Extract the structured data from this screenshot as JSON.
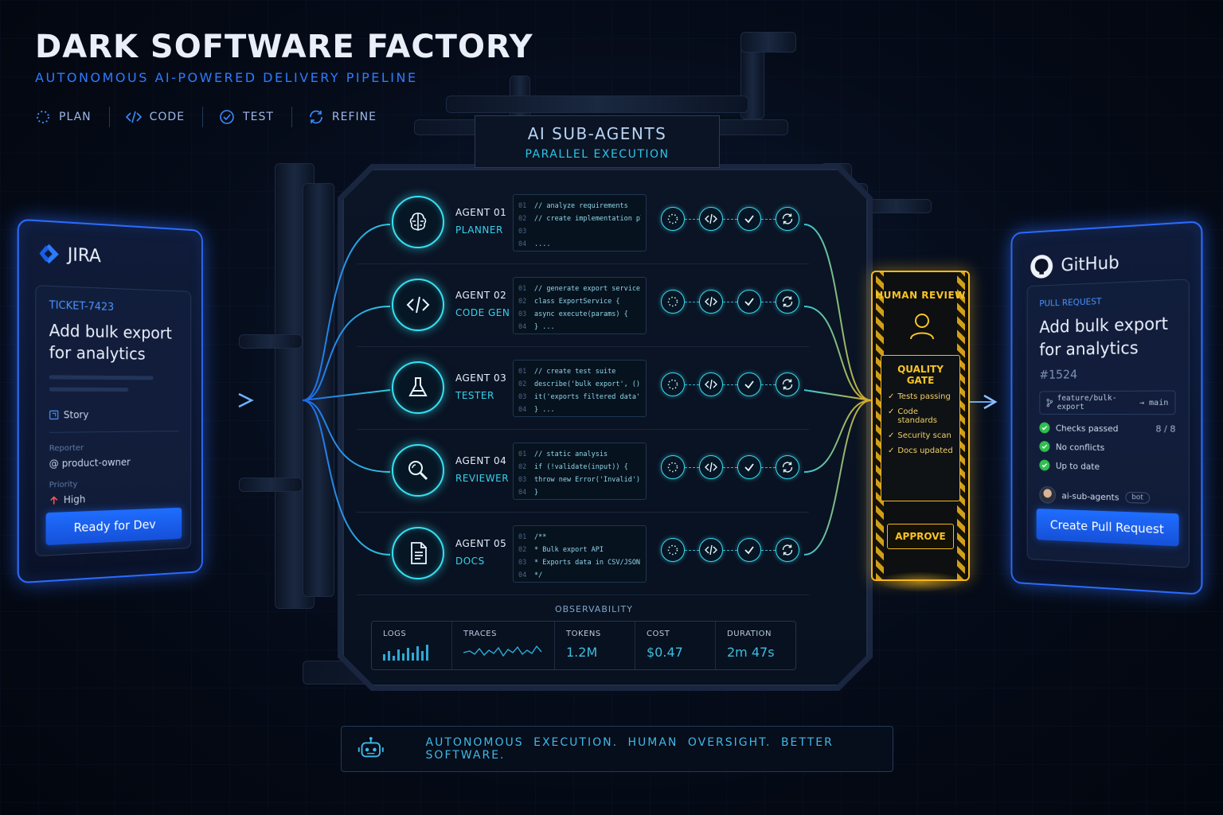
{
  "header": {
    "title": "DARK SOFTWARE FACTORY",
    "subtitle": "AUTONOMOUS AI-POWERED DELIVERY PIPELINE",
    "phases": [
      {
        "label": "PLAN",
        "icon": "dotted-circle-icon"
      },
      {
        "label": "CODE",
        "icon": "code-icon"
      },
      {
        "label": "TEST",
        "icon": "check-circle-icon"
      },
      {
        "label": "REFINE",
        "icon": "refresh-icon"
      }
    ]
  },
  "subagents": {
    "title": "AI SUB-AGENTS",
    "subtitle": "PARALLEL EXECUTION",
    "agents": [
      {
        "num": "AGENT 01",
        "role": "PLANNER",
        "icon": "brain-icon",
        "code": [
          "// analyze requirements",
          "// create implementation plan",
          "",
          "...."
        ]
      },
      {
        "num": "AGENT 02",
        "role": "CODE GEN",
        "icon": "code-icon",
        "code": [
          "// generate export service",
          "class ExportService {",
          "  async execute(params) {",
          "} ..."
        ]
      },
      {
        "num": "AGENT 03",
        "role": "TESTER",
        "icon": "flask-icon",
        "code": [
          "// create test suite",
          "describe('bulk export', () => {",
          "  it('exports filtered data', ...",
          "} ..."
        ]
      },
      {
        "num": "AGENT 04",
        "role": "REVIEWER",
        "icon": "magnifier-icon",
        "code": [
          "// static analysis",
          "if (!validate(input)) {",
          "  throw new Error('Invalid');",
          "}"
        ]
      },
      {
        "num": "AGENT 05",
        "role": "DOCS",
        "icon": "document-icon",
        "code": [
          "/**",
          " * Bulk export API",
          " * Exports data in CSV/JSON",
          " */"
        ]
      }
    ],
    "line_numbers": [
      "01",
      "02",
      "03",
      "04"
    ]
  },
  "observability": {
    "label": "OBSERVABILITY",
    "metrics": [
      {
        "key": "LOGS",
        "value": ""
      },
      {
        "key": "TRACES",
        "value": ""
      },
      {
        "key": "TOKENS",
        "value": "1.2M"
      },
      {
        "key": "COST",
        "value": "$0.47"
      },
      {
        "key": "DURATION",
        "value": "2m 47s"
      }
    ]
  },
  "jira": {
    "brand": "JIRA",
    "ticket": "TICKET-7423",
    "title_line1": "Add bulk export",
    "title_line2": "for analytics",
    "type": "Story",
    "reporter_label": "Reporter",
    "reporter": "@ product-owner",
    "priority_label": "Priority",
    "priority": "High",
    "button": "Ready for Dev"
  },
  "review": {
    "title": "HUMAN REVIEW",
    "gate_title": "QUALITY GATE",
    "gate_items": [
      "Tests passing",
      "Code standards",
      "Security scan",
      "Docs updated"
    ],
    "approve": "APPROVE"
  },
  "github": {
    "brand": "GitHub",
    "pr_label": "PULL REQUEST",
    "title_line1": "Add bulk export",
    "title_line2": "for analytics",
    "pr_number": "#1524",
    "branch_from": "feature/bulk-export",
    "branch_to": "main",
    "checks": [
      "Checks passed",
      "No conflicts",
      "Up to date"
    ],
    "checks_count": "8 / 8",
    "bot_user": "ai-sub-agents",
    "bot_badge": "bot",
    "button": "Create Pull Request"
  },
  "footer": {
    "tagline": "AUTONOMOUS EXECUTION.  HUMAN OVERSIGHT.  BETTER SOFTWARE."
  },
  "colors": {
    "accent_blue": "#2c6bff",
    "accent_cyan": "#36e0f2",
    "accent_yellow": "#f4b81c"
  }
}
